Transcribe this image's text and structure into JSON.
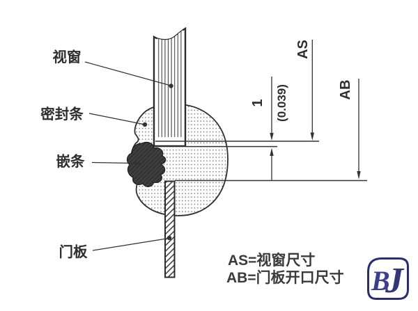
{
  "figure": {
    "part_labels": {
      "window": "视窗",
      "seal_strip": "密封条",
      "insert_strip": "嵌条",
      "door_panel": "门板"
    },
    "dimensions": {
      "as_label": "AS",
      "ab_label": "AB",
      "gap_mm": "1",
      "gap_inch": "(0.039)"
    }
  },
  "legend": {
    "line1": "AS=视窗尺寸",
    "line2": "AB=门板开口尺寸"
  },
  "logo": {
    "letter_b": "B",
    "letter_j": "J"
  },
  "colors": {
    "background": "#ffffff",
    "ink": "#333333",
    "insert_fill": "#3f3f3f",
    "logo_navy": "#2b2d6e"
  }
}
